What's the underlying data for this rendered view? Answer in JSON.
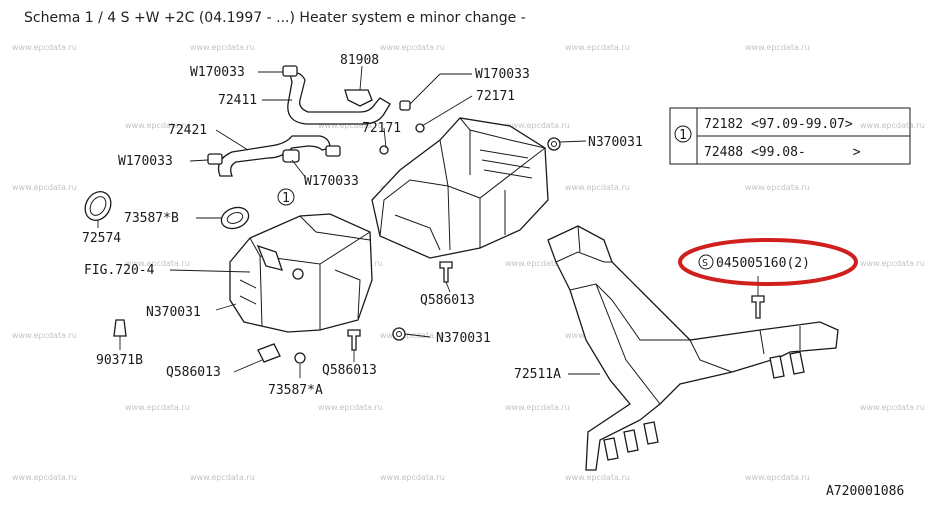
{
  "title": "Schema 1 / 4 S +W +2C (04.1997 - ...) Heater system e minor change -",
  "watermark": "www.epcdata.ru",
  "figure_id": "A720001086",
  "labels": {
    "w170033_a": "W170033",
    "p81908": "81908",
    "w170033_b": "W170033",
    "p72411": "72411",
    "p72171_a": "72171",
    "p72421": "72421",
    "p72171_b": "72171",
    "n370031_a": "N370031",
    "w170033_c": "W170033",
    "w170033_d": "W170033",
    "circle_1": "1",
    "p73587b": "73587*B",
    "p72574": "72574",
    "fig720": "FIG.720-4",
    "n370031_b": "N370031",
    "q586013_a": "Q586013",
    "n370031_c": "N370031",
    "p90371b": "90371B",
    "q586013_b": "Q586013",
    "q586013_c": "Q586013",
    "p73587a": "73587*A",
    "p72511a": "72511A",
    "s_symbol": "S",
    "s_part": "045005160(2)"
  },
  "table": {
    "ref": "1",
    "rows": [
      "72182 <97.09-99.07>",
      "72488 <99.08-      >"
    ]
  },
  "highlight_color": "#d0201e"
}
